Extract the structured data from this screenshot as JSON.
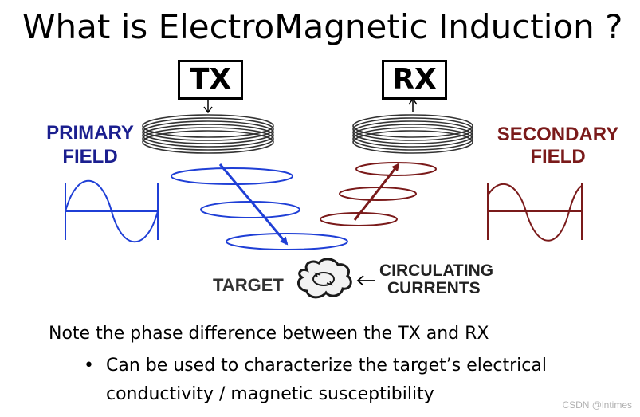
{
  "title": "What is ElectroMagnetic Induction ?",
  "diagram": {
    "tx_label": "TX",
    "rx_label": "RX",
    "primary_field_line1": "PRIMARY",
    "primary_field_line2": "FIELD",
    "secondary_field_line1": "SECONDARY",
    "secondary_field_line2": "FIELD",
    "target_label": "TARGET",
    "circulating_line1": "CIRCULATING",
    "circulating_line2": "CURRENTS",
    "colors": {
      "primary": "#1b1f8f",
      "primary_rings": "#1f3fd6",
      "secondary": "#7a1a1a",
      "coil": "#333333"
    }
  },
  "note": {
    "main": "Note the phase difference between the TX and RX",
    "bullet_symbol": "•",
    "bullet": "Can be used to characterize the target’s electrical conductivity / magnetic susceptibility"
  },
  "watermark": "CSDN @lntimes"
}
